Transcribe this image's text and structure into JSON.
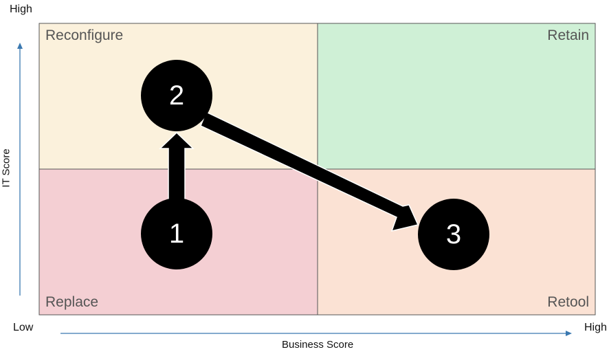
{
  "colors": {
    "reconfigure": "#fbf1dc",
    "retain": "#cff0d6",
    "replace": "#f4cfd3",
    "retool": "#fbe2d4",
    "grid_line": "#555555",
    "axis_arrow": "#3a78b0",
    "node_fill": "#000000",
    "node_text": "#ffffff",
    "path_arrow": "#000000"
  },
  "axes": {
    "y_high": "High",
    "y_label": "IT Score",
    "x_low": "Low",
    "x_label": "Business Score",
    "x_high": "High"
  },
  "quadrants": {
    "reconfigure": "Reconfigure",
    "retain": "Retain",
    "replace": "Replace",
    "retool": "Retool"
  },
  "nodes": {
    "n1": "1",
    "n2": "2",
    "n3": "3"
  }
}
